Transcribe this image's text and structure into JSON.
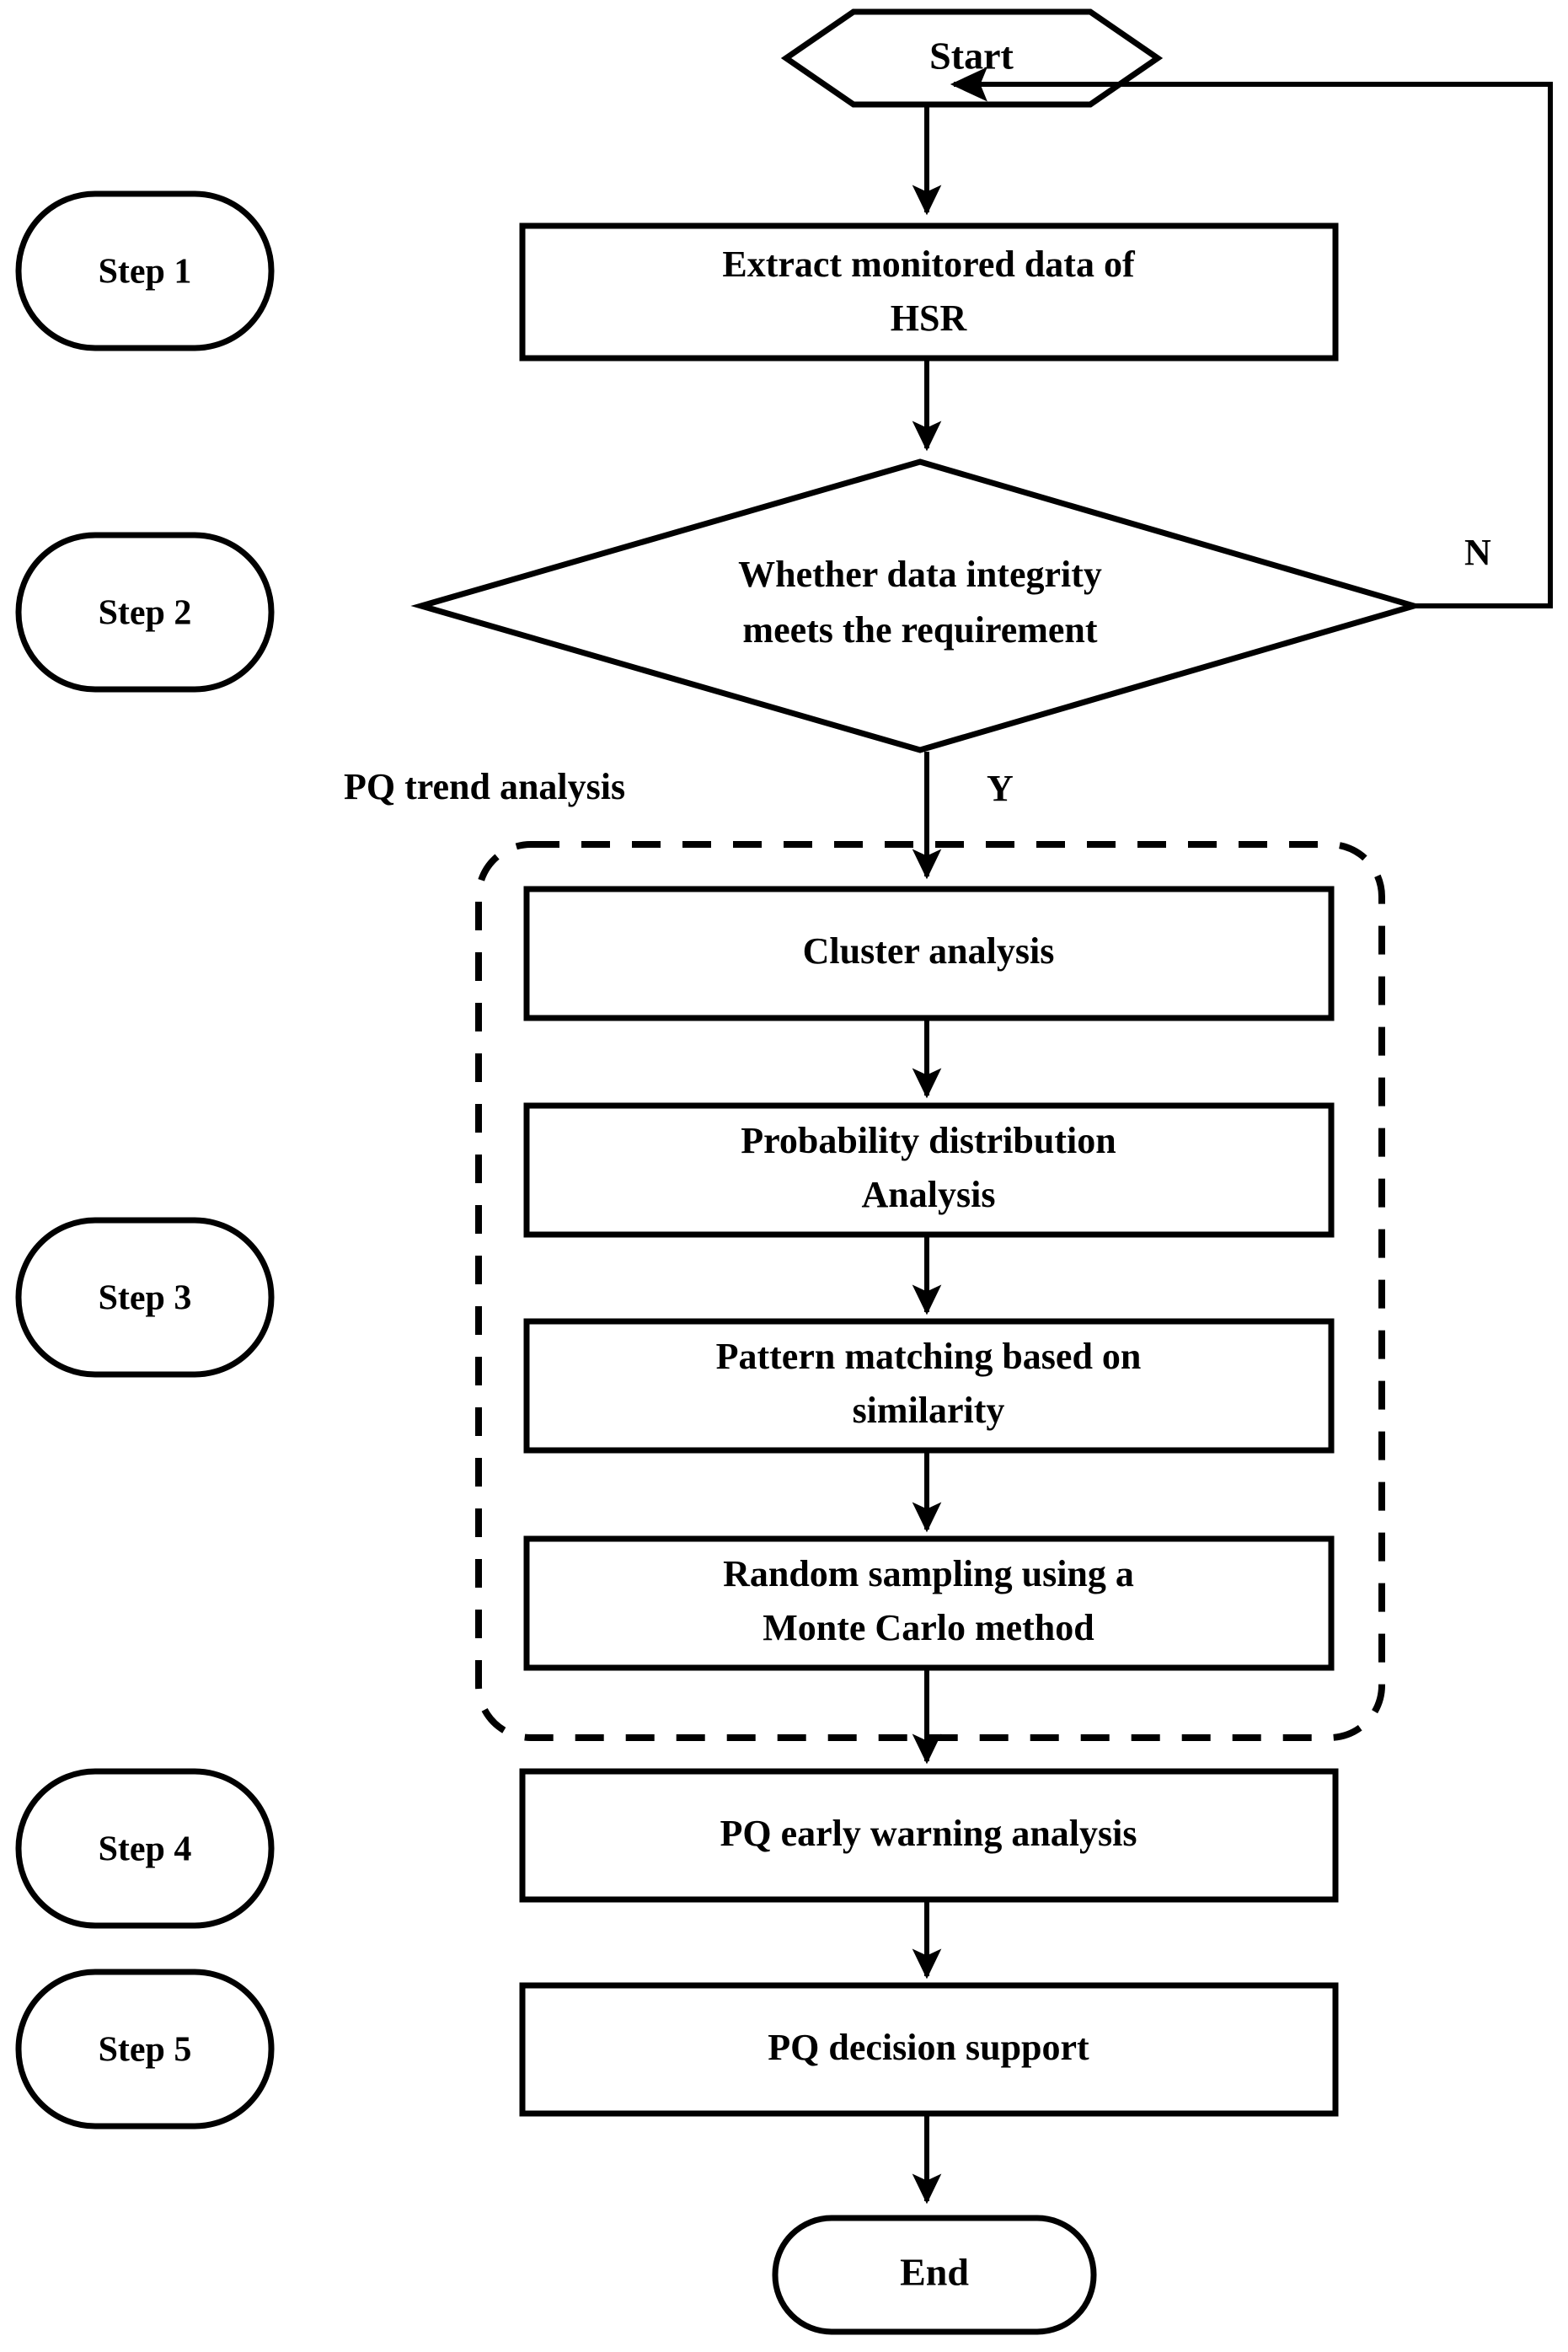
{
  "diagram": {
    "title_text": "",
    "type": "flowchart",
    "colors": {
      "stroke": "#000000",
      "fill": "#ffffff",
      "text": "#000000"
    }
  },
  "terminals": {
    "start": "Start",
    "end": "End"
  },
  "steps": [
    {
      "id": "step1",
      "label": "Step 1"
    },
    {
      "id": "step2",
      "label": "Step 2"
    },
    {
      "id": "step3",
      "label": "Step 3"
    },
    {
      "id": "step4",
      "label": "Step 4"
    },
    {
      "id": "step5",
      "label": "Step 5"
    }
  ],
  "processes": {
    "extract": {
      "line1": "Extract monitored data of",
      "line2": "HSR"
    },
    "cluster": {
      "line1": "Cluster analysis",
      "line2": ""
    },
    "probability": {
      "line1": "Probability distribution",
      "line2": "Analysis"
    },
    "pattern": {
      "line1": "Pattern matching based on",
      "line2": "similarity"
    },
    "montecarlo": {
      "line1": "Random sampling using a",
      "line2": "Monte Carlo method"
    },
    "warning": {
      "line1": "PQ early warning analysis",
      "line2": ""
    },
    "decision": {
      "line1": "PQ decision support",
      "line2": ""
    }
  },
  "decision": {
    "line1": "Whether data integrity",
    "line2": "meets the requirement",
    "yes_label": "Y",
    "no_label": "N"
  },
  "group": {
    "caption": "PQ trend analysis"
  }
}
